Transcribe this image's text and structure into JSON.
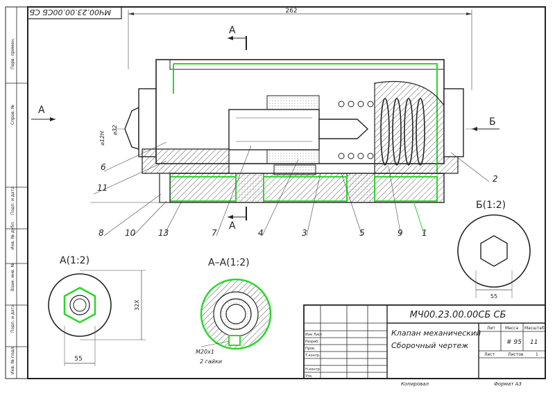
{
  "stamp_rotated": "МЧ00.23.00.00СБ СБ",
  "overall_dim": "262",
  "section_mark": "А",
  "view_b_mark": "Б",
  "diameters": {
    "left": "⌀12Н",
    "right": "⌀32"
  },
  "callouts": [
    "6",
    "11",
    "8",
    "10",
    "13",
    "7",
    "4",
    "3",
    "5",
    "9",
    "1",
    "2"
  ],
  "views": {
    "a": {
      "title": "А(1:2)",
      "dim_width": "55",
      "dim_height": "32Х"
    },
    "aa": {
      "title": "А–А(1:2)",
      "note1": "М20х1",
      "note2": "2 гайки"
    },
    "b": {
      "title": "Б(1:2)",
      "dim_width": "55"
    }
  },
  "title_block": {
    "designation": "МЧ00.23.00.00СБ СБ",
    "name_line1": "Клапан механический",
    "name_line2": "Сборочный чертеж",
    "col_lit": "Лит",
    "col_mass": "Масса",
    "col_scale": "Масштаб",
    "mass": "# 95",
    "scale": "11",
    "sheet_label": "Лист",
    "sheets_label": "Листов",
    "sheets_value": "1",
    "rows": [
      "Изм Лист",
      "Разраб.",
      "Пров.",
      "Т.контр.",
      "Н.контр.",
      "Утв."
    ],
    "copied": "Копировал",
    "format": "Формат   А3"
  },
  "side_strip": [
    "Перв. примен.",
    "Справ. №",
    "Подп. и дата",
    "Инв. № дубл.",
    "Взам. инв. №",
    "Подп. и дата",
    "Инв. № подл."
  ]
}
